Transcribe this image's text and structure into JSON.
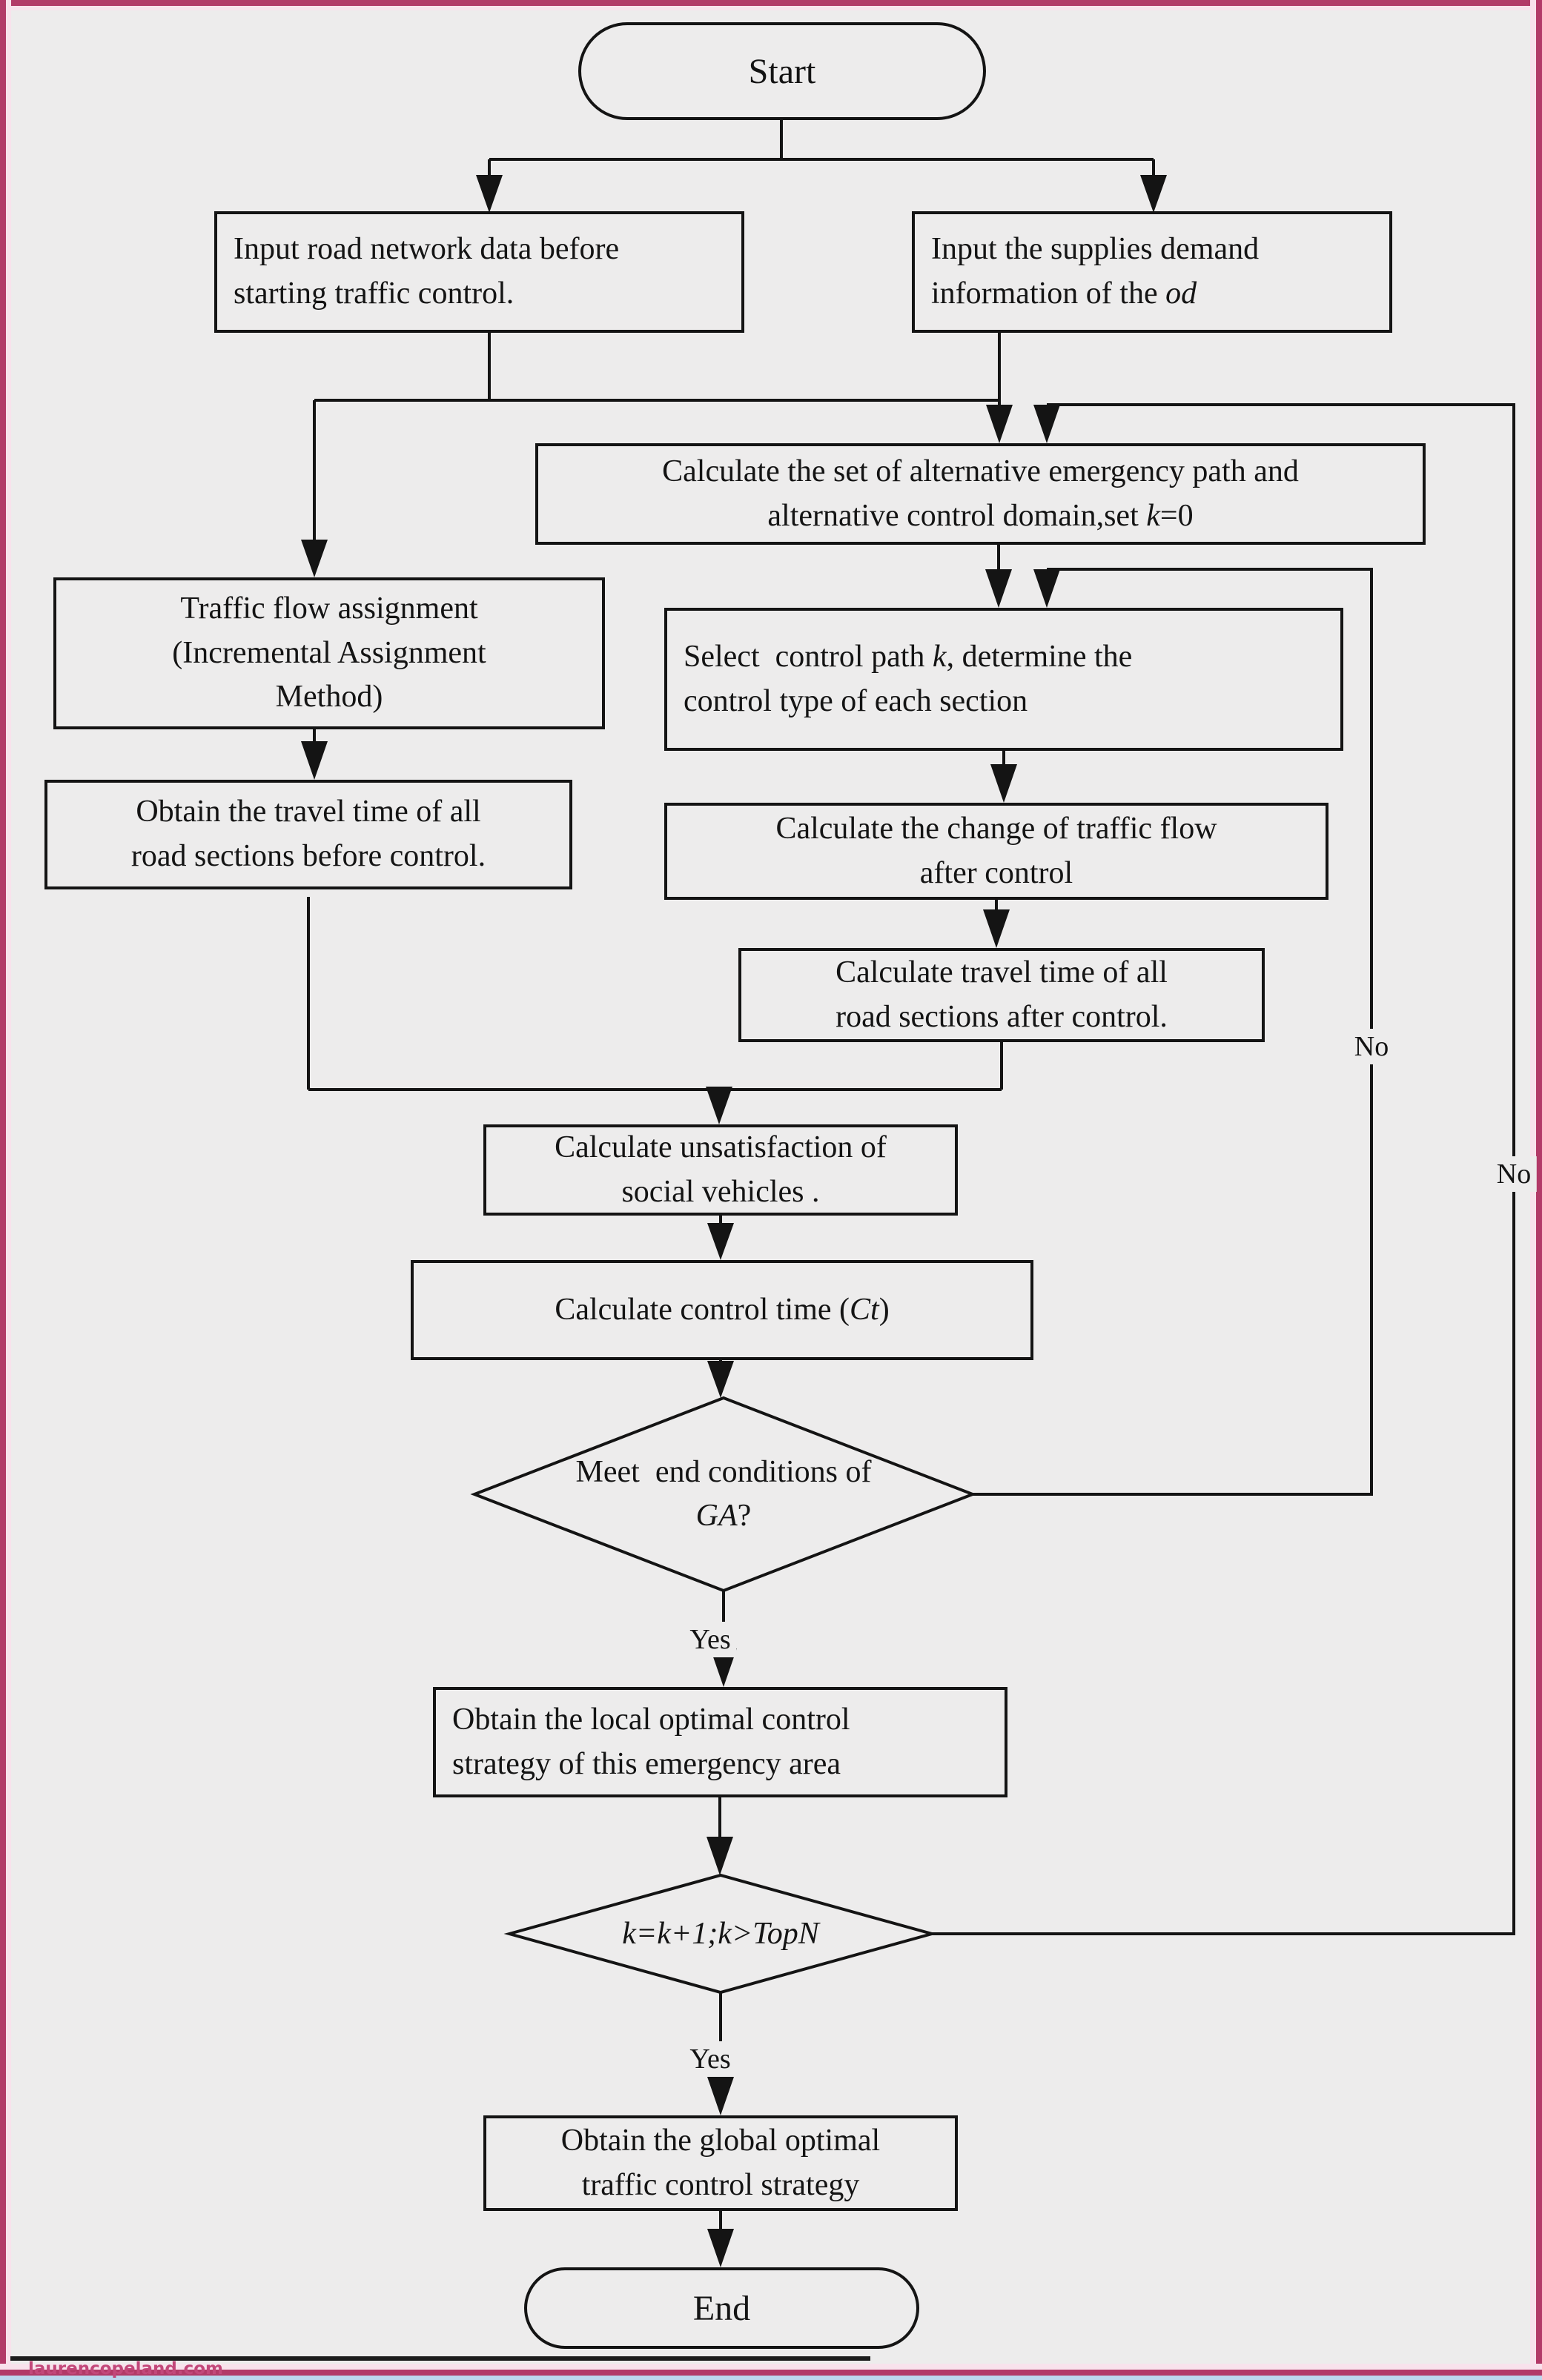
{
  "page": {
    "background_color": "#edecec",
    "frame_magenta": "#b23a68",
    "frame_pink": "#f8e2ec",
    "frame_blue": "#bcd7ee",
    "watermark": "laurencopeland.com",
    "watermark_color": "#c2487a"
  },
  "labels": {
    "yes_after_ga": "Yes",
    "yes_after_topn": "Yes",
    "no_inner": "No",
    "no_outer": "No"
  },
  "nodes": {
    "start": {
      "label": "Start"
    },
    "input_road": {
      "lines": [
        [
          {
            "t": "Input road network data before"
          }
        ],
        [
          {
            "t": "starting traffic control."
          }
        ]
      ]
    },
    "input_supplies": {
      "lines": [
        [
          {
            "t": "Input the supplies demand"
          }
        ],
        [
          {
            "t": "information of the "
          },
          {
            "t": "od",
            "i": true
          }
        ]
      ]
    },
    "calc_set": {
      "lines": [
        [
          {
            "t": "Calculate the set of alternative emergency path and"
          }
        ],
        [
          {
            "t": "alternative control domain,set "
          },
          {
            "t": "k",
            "i": true
          },
          {
            "t": "=0"
          }
        ]
      ]
    },
    "traffic_flow_assignment": {
      "lines": [
        [
          {
            "t": "Traffic flow assignment"
          }
        ],
        [
          {
            "t": "(Incremental Assignment"
          }
        ],
        [
          {
            "t": "Method)"
          }
        ]
      ]
    },
    "select_path": {
      "lines": [
        [
          {
            "t": "Select  control path "
          },
          {
            "t": "k",
            "i": true
          },
          {
            "t": ", determine the"
          }
        ],
        [
          {
            "t": "control type of each section"
          }
        ]
      ]
    },
    "obtain_before": {
      "lines": [
        [
          {
            "t": "Obtain the travel time of all"
          }
        ],
        [
          {
            "t": "road sections before control."
          }
        ]
      ]
    },
    "calc_change": {
      "lines": [
        [
          {
            "t": "Calculate the change of traffic flow"
          }
        ],
        [
          {
            "t": "after control"
          }
        ]
      ]
    },
    "calc_after": {
      "lines": [
        [
          {
            "t": "Calculate travel time of all"
          }
        ],
        [
          {
            "t": "road sections after control."
          }
        ]
      ]
    },
    "calc_unsat": {
      "lines": [
        [
          {
            "t": "Calculate unsatisfaction of"
          }
        ],
        [
          {
            "t": "social vehicles ."
          }
        ]
      ]
    },
    "calc_control_time": {
      "lines": [
        [
          {
            "t": "Calculate control time ("
          },
          {
            "t": "Ct",
            "i": true
          },
          {
            "t": ")"
          }
        ]
      ]
    },
    "ga_decision": {
      "lines": [
        [
          {
            "t": "Meet  end conditions of"
          }
        ],
        [
          {
            "t": "GA",
            "i": true
          },
          {
            "t": "?"
          }
        ]
      ]
    },
    "obtain_local": {
      "lines": [
        [
          {
            "t": "Obtain the local optimal control"
          }
        ],
        [
          {
            "t": "strategy of this emergency area"
          }
        ]
      ]
    },
    "topn_decision": {
      "lines": [
        [
          {
            "t": "k=k+1;k>TopN",
            "i": true
          }
        ]
      ]
    },
    "obtain_global": {
      "lines": [
        [
          {
            "t": "Obtain the global optimal"
          }
        ],
        [
          {
            "t": "traffic control strategy"
          }
        ]
      ]
    },
    "end": {
      "label": "End"
    }
  }
}
